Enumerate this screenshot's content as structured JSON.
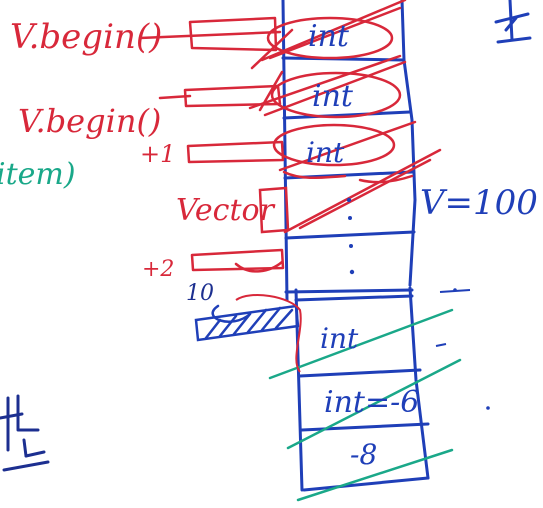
{
  "colors": {
    "red": "#d8283a",
    "blue": "#1f3fb8",
    "teal": "#1aa889",
    "navy": "#1c2f90",
    "background": "#ffffff"
  },
  "labels": {
    "v_begin_1": "V.begin()",
    "v_begin_2": "V.begin()",
    "plus_one": "+1",
    "plus_two": "+2",
    "vector": "Vector",
    "item": "item)",
    "cells": [
      "int",
      "int",
      "int",
      "int",
      "int=-6",
      "-8"
    ],
    "v_eq": "V=100",
    "ten": "10"
  }
}
